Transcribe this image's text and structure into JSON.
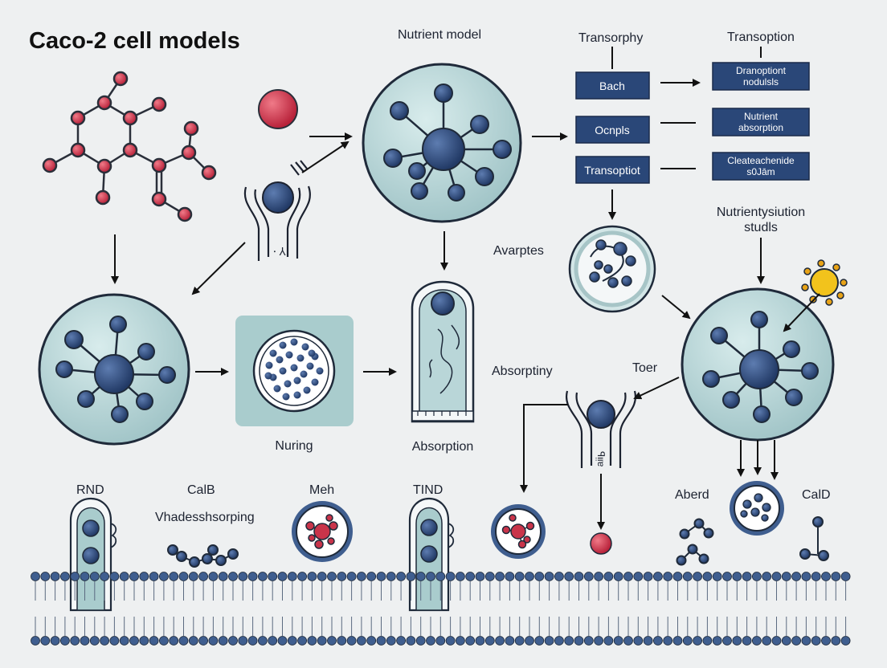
{
  "title": "Caco-2 cell models",
  "labels": {
    "nutrient_model": "Nutrient model",
    "transorphy": "Transorphy",
    "transoption": "Transoption",
    "avarptes": "Avarptes",
    "nutrientysiution": "Nutrientysiution",
    "studls": "studls",
    "absorptiny": "Absorptiny",
    "toer": "Toer",
    "nuring": "Nuring",
    "absorption": "Absorption",
    "rnd": "RND",
    "calb": "CalB",
    "vhadesshsorping": "Vhadesshsorping",
    "meh": "Meh",
    "tind": "TIND",
    "aberd": "Aberd",
    "cald": "CalD",
    "stem_text": "ꟼᴉᴉɐ"
  },
  "boxes": {
    "bach": "Bach",
    "ocnpls": "Ocnpls",
    "transoptiot": "Transoptiot",
    "right1_l1": "Dranoptiont",
    "right1_l2": "nodulsls",
    "right2_l1": "Nutrient",
    "right2_l2": "absorption",
    "right3_l1": "Cleateachenide",
    "right3_l2": "s0Jām"
  },
  "colors": {
    "background": "#eef0f1",
    "cell_fill": "#b9d6d8",
    "cell_stroke": "#1f2a3a",
    "node_blue": "#2f4a7c",
    "atom_red": "#c9344a",
    "box_navy": "#2a4778",
    "panel_teal": "#a9cccd",
    "membrane_head": "#3f5e8f",
    "yellow": "#f2c31c"
  }
}
